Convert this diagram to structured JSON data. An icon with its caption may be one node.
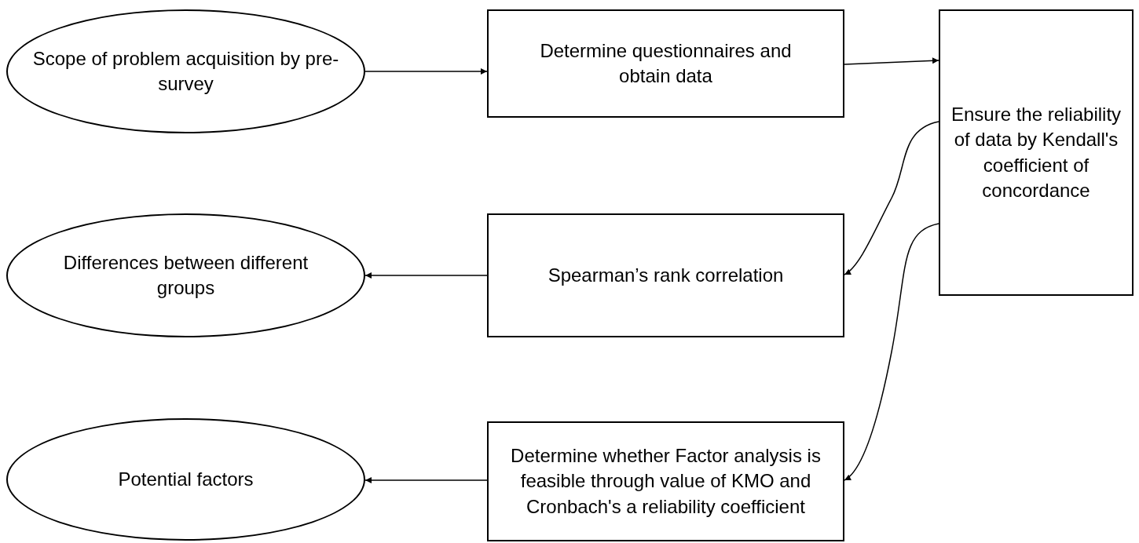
{
  "diagram": {
    "nodes": [
      {
        "text": [
          "Scope of problem acquisition by pre-survey"
        ]
      },
      {
        "text": [
          "Determine questionnaires and obtain data"
        ]
      },
      {
        "text": [
          "Ensure the reliability of data by Kendall's coefficient of concordance"
        ]
      },
      {
        "text": [
          "Differences between different groups"
        ]
      },
      {
        "text": [
          "Spearman’s rank correlation"
        ]
      },
      {
        "text": [
          "Potential factors"
        ]
      },
      {
        "text": [
          "Determine whether Factor analysis is feasible through value of KMO and Cronbach's a reliability coefficient"
        ]
      }
    ],
    "edges": [
      {
        "from": 0,
        "to": 1,
        "arrow": "to"
      },
      {
        "from": 1,
        "to": 2,
        "arrow": "to"
      },
      {
        "from": 2,
        "to": 4,
        "arrow": "to"
      },
      {
        "from": 2,
        "to": 6,
        "arrow": "to"
      },
      {
        "from": 4,
        "to": 3,
        "arrow": "to"
      },
      {
        "from": 6,
        "to": 5,
        "arrow": "to"
      }
    ]
  }
}
